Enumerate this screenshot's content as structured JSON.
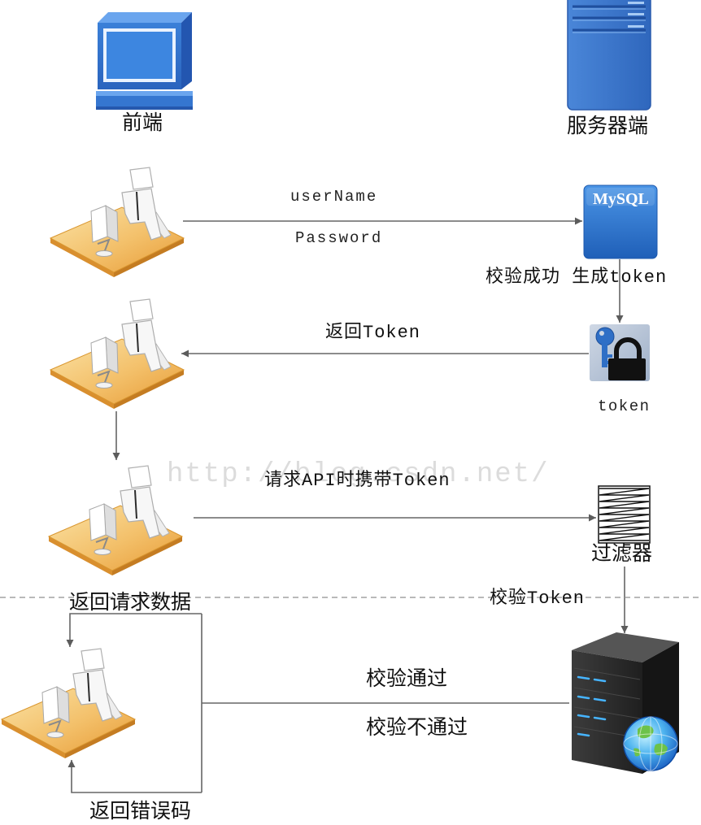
{
  "diagram": {
    "frontend": {
      "label": "前端",
      "icon": "monitor-icon"
    },
    "server": {
      "label": "服务器端",
      "icon": "server-tower-icon"
    },
    "login": {
      "username_label": "userName",
      "password_label": "Password",
      "icon": "user-desk-icon"
    },
    "mysql": {
      "label": "MySQL",
      "icon": "mysql-database-icon"
    },
    "token_generation": {
      "label": "校验成功 生成token"
    },
    "token": {
      "label": "token",
      "icon": "key-lock-icon"
    },
    "return_token": {
      "label": "返回Token"
    },
    "request_api": {
      "label": "请求API时携带Token"
    },
    "filter": {
      "label": "过滤器",
      "icon": "filter-icon"
    },
    "verify_token": {
      "label": "校验Token"
    },
    "backend_server": {
      "icon": "server-rack-globe-icon"
    },
    "verify_pass": {
      "label": "校验通过"
    },
    "verify_fail": {
      "label": "校验不通过"
    },
    "return_data": {
      "label": "返回请求数据"
    },
    "return_error": {
      "label": "返回错误码"
    }
  },
  "watermark": "http://blog.csdn.net/",
  "colors": {
    "arrow": "#666666",
    "divider": "#8f8f8f",
    "desk": "#f3c06a",
    "mysql_blue": "#2f7ad6",
    "server_blue": "#3a76cf",
    "rack_dark": "#2a2a2a"
  }
}
